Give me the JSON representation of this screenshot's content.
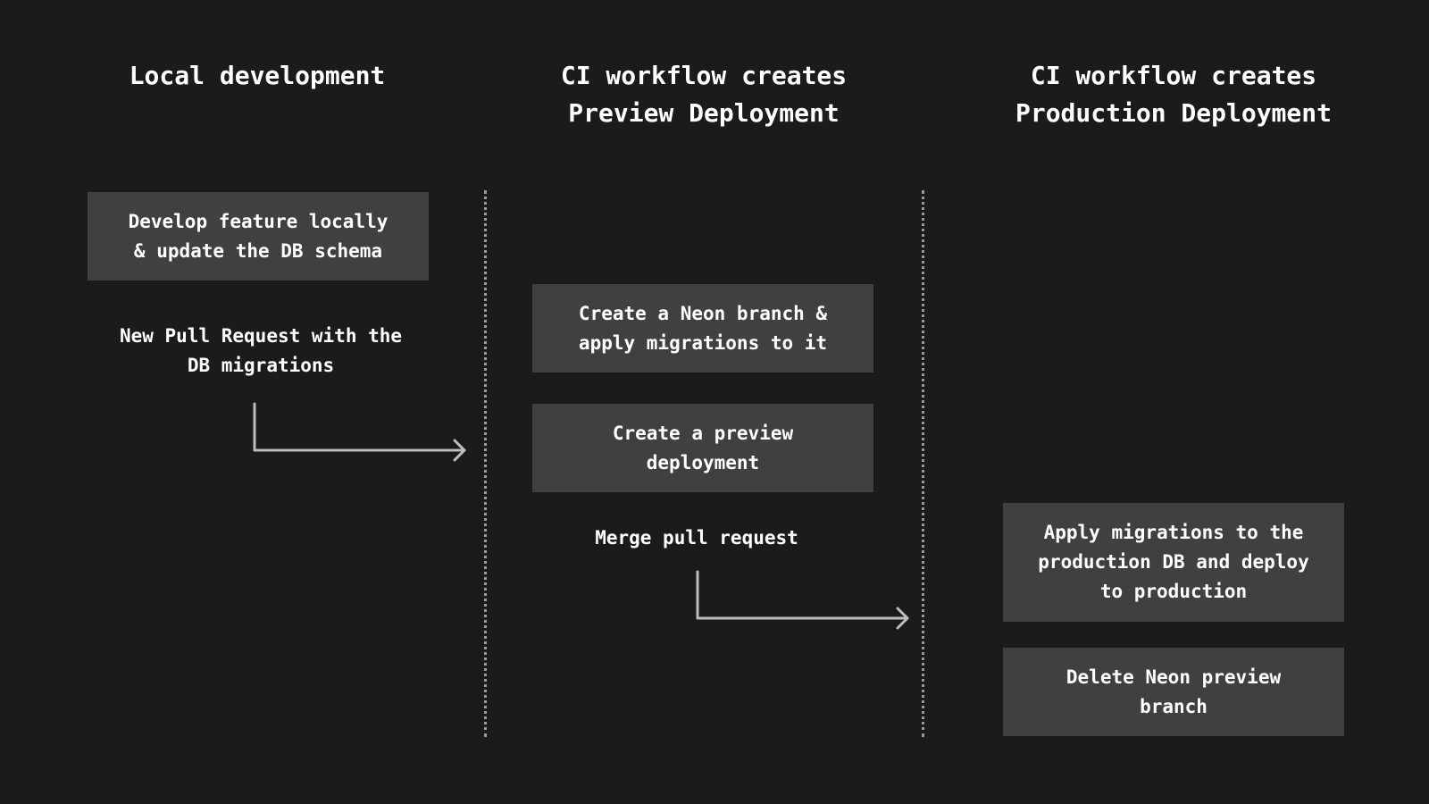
{
  "columns": [
    {
      "title": "Local development"
    },
    {
      "title": "CI workflow creates\nPreview Deployment"
    },
    {
      "title": "CI workflow creates\nProduction Deployment"
    }
  ],
  "steps": {
    "develop": "Develop feature locally\n& update the DB schema",
    "new_pr": "New Pull Request with the\nDB migrations",
    "create_branch": "Create a Neon branch &\napply migrations to it",
    "create_preview": "Create a preview\ndeployment",
    "merge_pr": "Merge pull request",
    "apply_prod": "Apply migrations to the\nproduction DB and deploy\nto production",
    "delete_branch": "Delete Neon preview\nbranch"
  },
  "colors": {
    "background": "#1a1b1d",
    "box": "#404040",
    "text": "#ffffff",
    "connector": "#bdbdbd",
    "divider": "#9a9a9a"
  }
}
